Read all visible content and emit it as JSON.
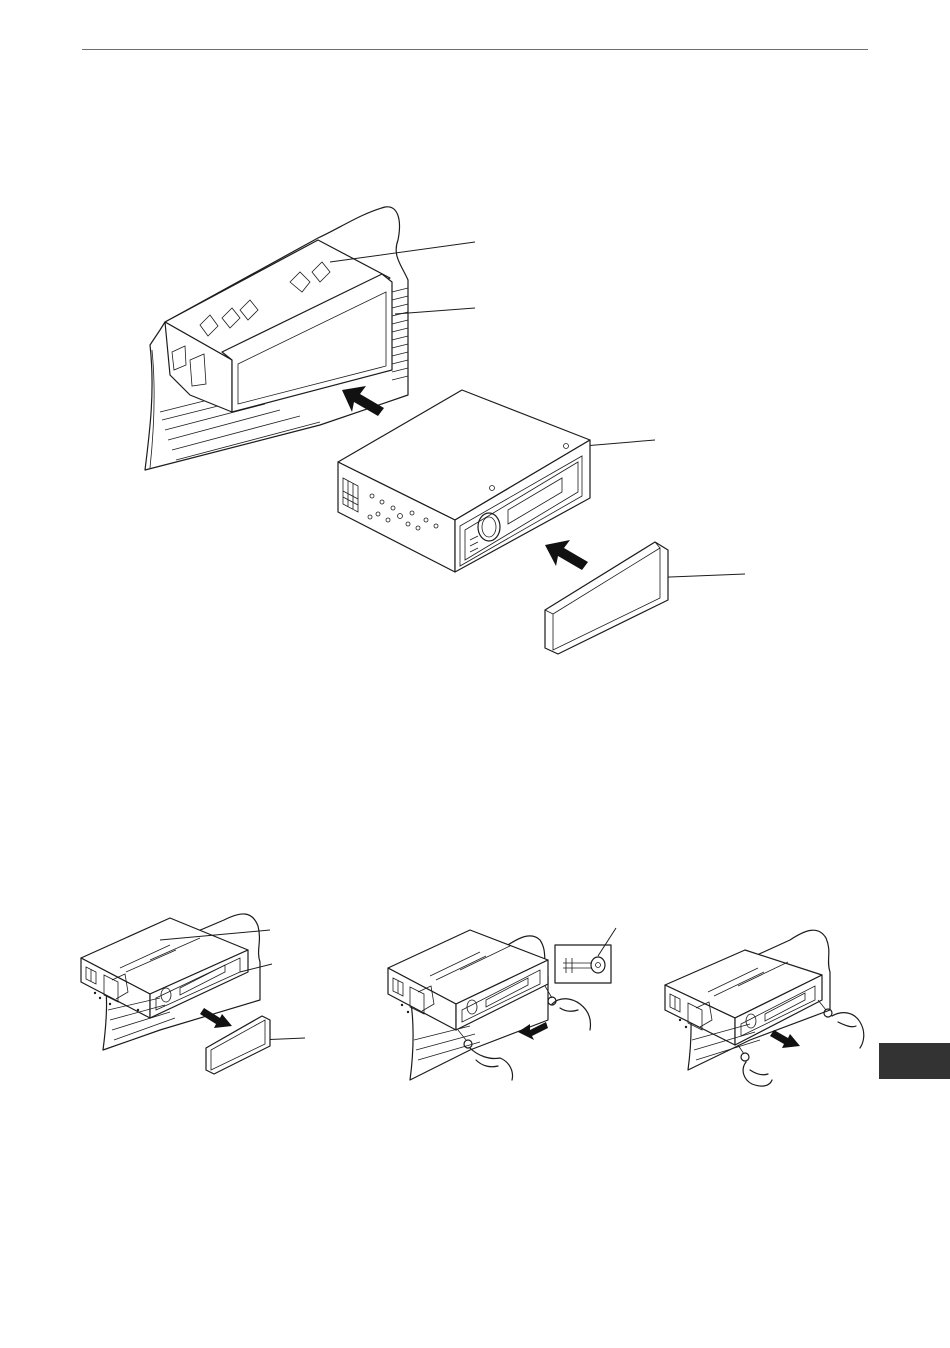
{
  "page": {
    "header_rule": true,
    "side_tab_color": "#333333"
  },
  "figures": {
    "main": {
      "name": "installation-exploded-view"
    },
    "step_1": {
      "name": "remove-trim-frame"
    },
    "step_2": {
      "name": "insert-release-keys"
    },
    "step_3": {
      "name": "pull-out-unit"
    }
  },
  "icons": [
    "arrow-icon",
    "release-key-icon",
    "hand-icon",
    "screwdriver-tab-icon"
  ]
}
